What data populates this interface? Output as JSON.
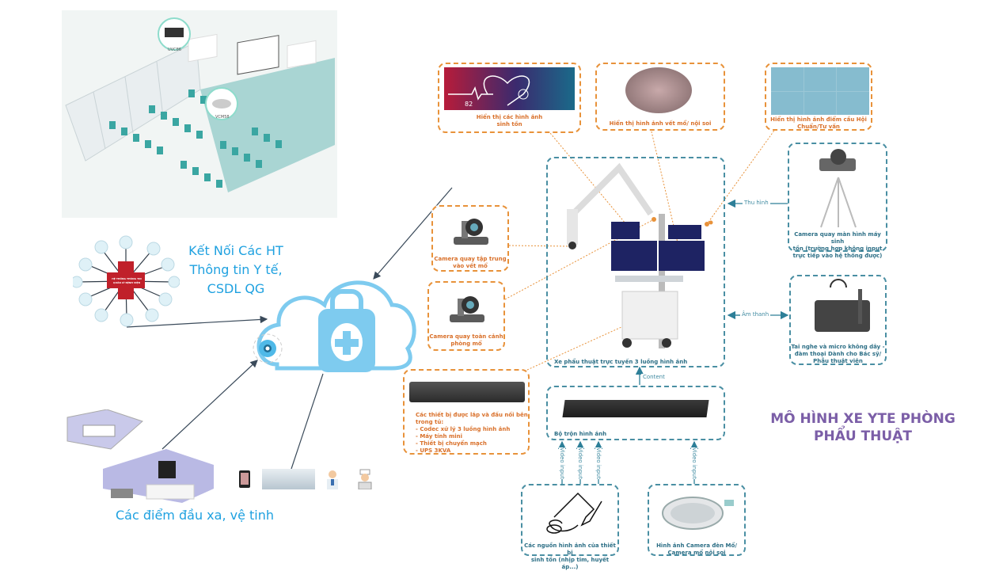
{
  "diagram_title": [
    "MÔ HÌNH XE YTE PHÒNG",
    "PHẨU THUẬT"
  ],
  "left": {
    "room_labels": {
      "camera": "UVC86",
      "mic": "VCM58"
    },
    "hospital_info_label": [
      "Kết Nối Các HT",
      "Thông tin Y tế,",
      "CSDL QG"
    ],
    "hospital_center": [
      "HỆ THỐNG THÔNG TIN",
      "QUẢN LÝ BỆNH VIỆN"
    ],
    "remote_sites_label": "Các điểm đầu xa, vệ tinh"
  },
  "top_boxes": [
    {
      "caption": [
        "Hiển thị các hình ảnh",
        "sinh tồn"
      ],
      "monitor_value": "82"
    },
    {
      "caption": [
        "Hiển thị hình ảnh vết mổ/ nội soi"
      ]
    },
    {
      "caption": [
        "Hiển thị hình ảnh điểm cầu Hội",
        "Chuẩn/Tư vấn"
      ]
    }
  ],
  "left_cameras": [
    {
      "caption": [
        "Camera quay tập trung",
        "vào vết mổ"
      ]
    },
    {
      "caption": [
        "Camera quay toàn cảnh",
        "phòng mổ"
      ]
    }
  ],
  "cabinet_box": {
    "lines": [
      "Các thiết bị được lắp và đấu nối bên",
      "trong tủ:",
      "- Codec xử lý 3 luồng hình ảnh",
      "- Máy tính mini",
      "- Thiết bị chuyển mạch",
      "- UPS 3KVA"
    ]
  },
  "cart_box": {
    "caption": "Xe phẩu thuật trực tuyến 3 luồng hình ảnh"
  },
  "right_boxes": [
    {
      "caption": [
        "Camera quay màn hình máy sinh",
        "tồn (trường hợp không input",
        "trực tiếp vào hệ thống được)"
      ],
      "link_label": "Thu hình"
    },
    {
      "caption": [
        "Tai nghe và micro không dây -",
        "đàm thoại Dành cho Bác sỹ/",
        "Phẫu thuật viên"
      ],
      "link_label": "Âm thanh"
    }
  ],
  "mixer_box": {
    "caption": "Bộ trộn hình ảnh",
    "content_label": "Content"
  },
  "video_input_label": "Video input",
  "bottom_boxes": [
    {
      "caption": [
        "Các nguồn hình ảnh của thiết bị",
        "sinh tồn (nhịp tim, huyết áp...)"
      ]
    },
    {
      "caption": [
        "Hình ảnh Camera đèn Mổ/",
        "Camera mổ nội soi"
      ]
    }
  ],
  "colors": {
    "orange": "#e8923a",
    "teal": "#4a8fa3",
    "blue": "#1fa1e0",
    "cloud": "#7ecbef",
    "purple": "#7b5ea7"
  }
}
